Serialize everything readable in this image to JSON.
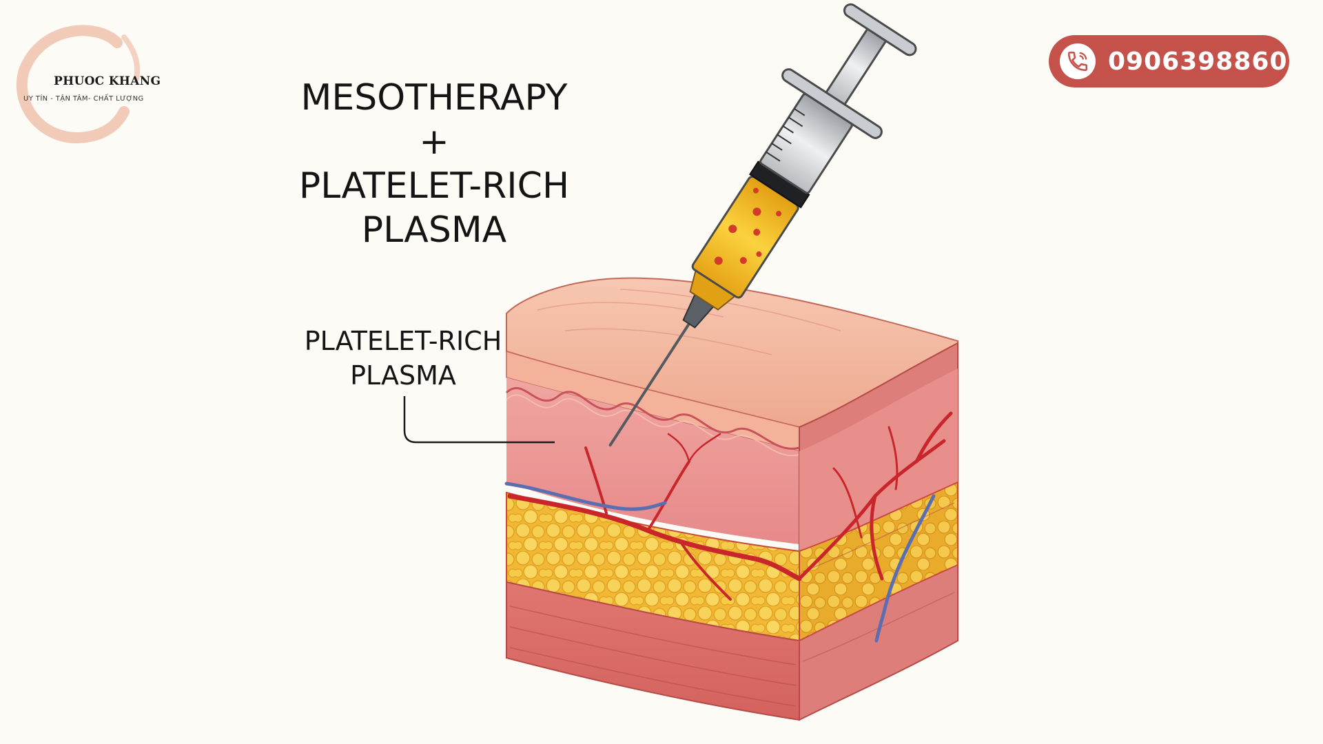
{
  "logo": {
    "name": "PHUOC KHANG",
    "tagline": "UY TÍN - TẬN TÂM- CHẤT LƯỢNG"
  },
  "contact": {
    "phone": "0906398860"
  },
  "diagram": {
    "title_lines": [
      "MESOTHERAPY",
      "+",
      "PLATELET-RICH",
      "PLASMA"
    ],
    "callout_lines": [
      "PLATELET-RICH",
      "PLASMA"
    ]
  },
  "colors": {
    "accent": "#c4524a",
    "skin_surface": "#f2b49a",
    "dermis": "#e98f8a",
    "fat": "#f3c443",
    "vessel": "#c8262a",
    "vein": "#5b6fb0",
    "prp_fluid": "#f6c22a"
  },
  "icons": [
    "logo-swoosh-icon",
    "phone-icon",
    "syringe-icon",
    "skin-block-icon"
  ]
}
